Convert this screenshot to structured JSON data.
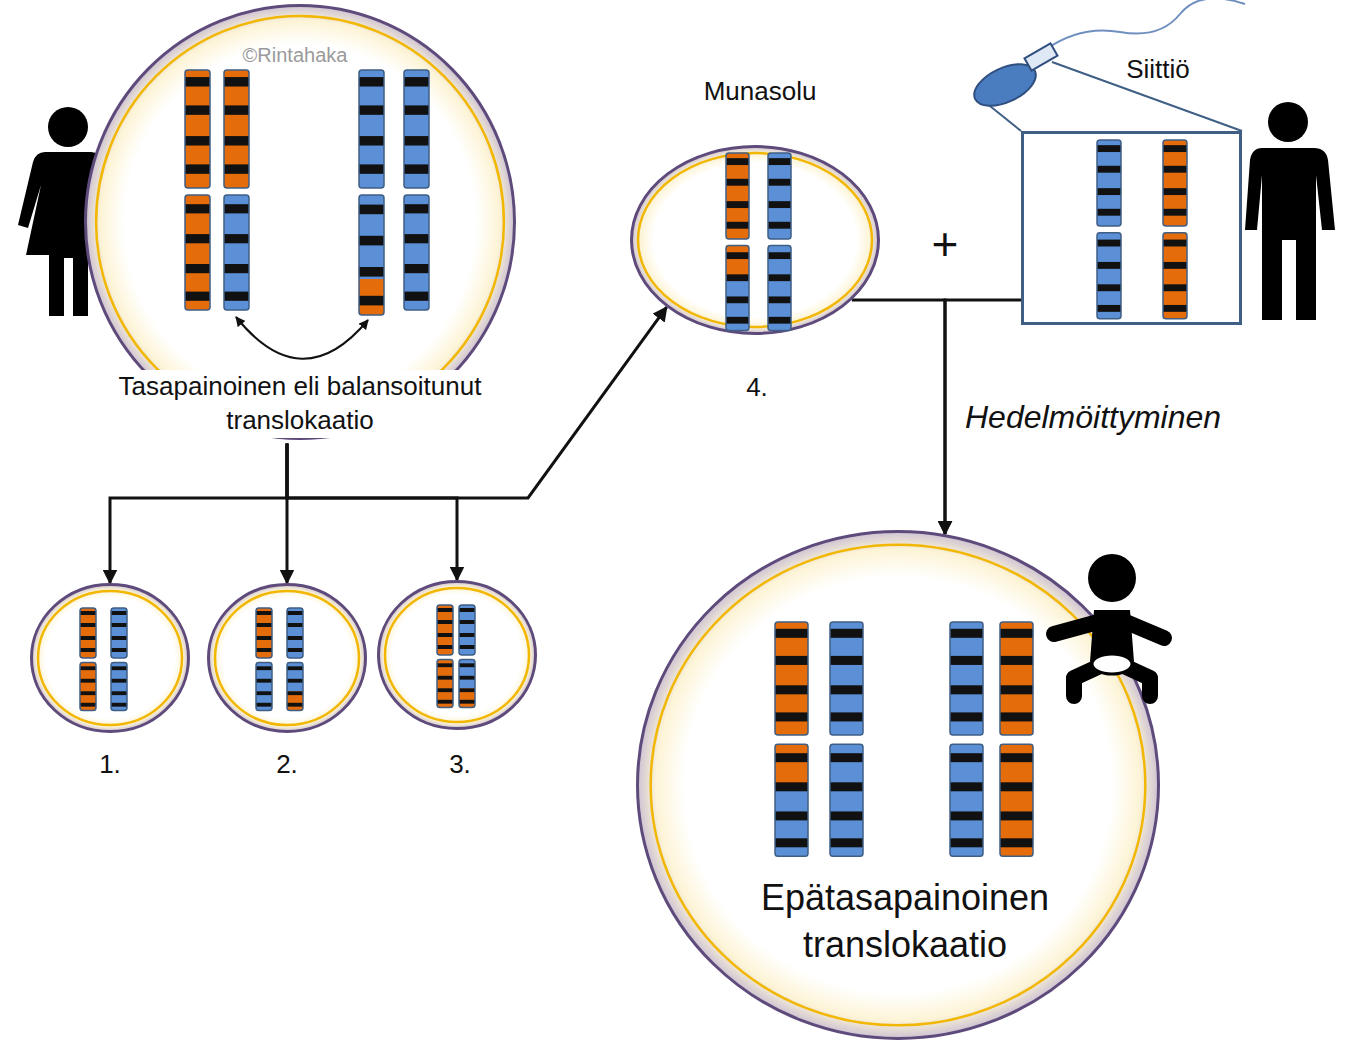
{
  "diagram": {
    "nodes": [
      {
        "text": [
          "Tasapainoinen eli balansoitunut translokaatio"
        ]
      },
      {
        "text": [
          "1."
        ]
      },
      {
        "text": [
          "2."
        ]
      },
      {
        "text": [
          "3."
        ]
      },
      {
        "text": [
          "Munasolu",
          "4."
        ]
      },
      {
        "text": [
          "Siittiö"
        ]
      },
      {
        "text": [
          "Epätasapainoinen translokaatio"
        ]
      }
    ],
    "edges": [
      {
        "from": 0,
        "to": 1,
        "arrow": "to"
      },
      {
        "from": 0,
        "to": 2,
        "arrow": "to"
      },
      {
        "from": 0,
        "to": 3,
        "arrow": "to"
      },
      {
        "from": 0,
        "to": 4,
        "arrow": "to"
      },
      {
        "from": 4,
        "to": 6,
        "arrow": "to",
        "label": "Hedelmöittyminen"
      },
      {
        "from": 5,
        "to": 6,
        "arrow": "to"
      }
    ],
    "labels": [
      "©Rintahaka",
      "+"
    ]
  }
}
